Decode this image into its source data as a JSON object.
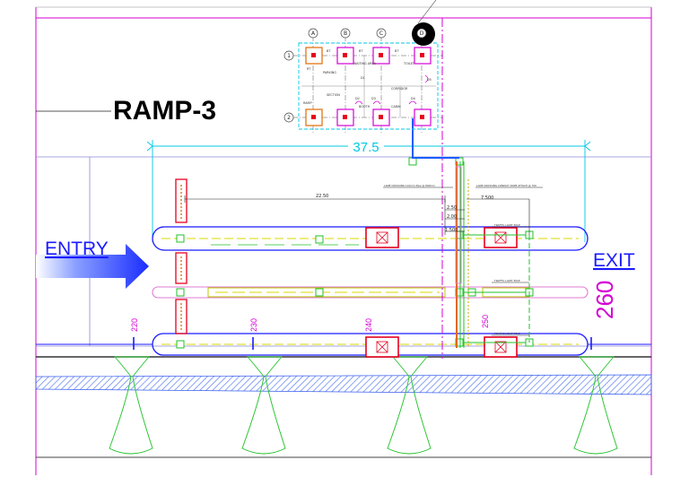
{
  "drawing": {
    "title": "RAMP-3",
    "entry_label": "ENTRY",
    "exit_label": "EXIT",
    "width_dimension": "37.5",
    "chainage_marks": [
      "220",
      "230",
      "240",
      "250",
      "260"
    ],
    "dimensions": {
      "d_22_50": "22.50",
      "d_7_500": "7.500",
      "d_2_50": "2.50",
      "d_2_00": "2.00",
      "d_1_500": "1.500"
    },
    "notes": {
      "lane_crossing_left": "LANE CROSSING 110mm Pipe @ 800mm",
      "lane_crossing_right": "LANE CROSSING CONDUIT ROPE ATTACH @ 700",
      "tl_pole_1": "TRAFFIC LIGHT POLE",
      "tl_pole_2": "TRAFFIC LIGHT POLE",
      "tl_pole_3": "TRAFFIC LIGHT POLE"
    },
    "grid": {
      "columns": [
        "A",
        "B",
        "C",
        "D"
      ],
      "rows": [
        "1",
        "2"
      ]
    },
    "plan_labels": {
      "bt1": "BT",
      "bt2": "BT",
      "bt3": "BT",
      "rt": "RT",
      "parking": "PARKING",
      "waiting": "WAITING AREA",
      "toilet": "TOILET",
      "corridor": "CORRIDOR",
      "d1": "D1",
      "d2": "D2",
      "d3": "D3",
      "d4": "D4",
      "d5": "D5",
      "section": "SECTION",
      "ramp": "RAMP",
      "booth": "BOOTH",
      "cabin": "CABIN"
    }
  },
  "colors": {
    "magenta": "#d400d4",
    "cyan": "#00c8e6",
    "blue": "#1a1aff",
    "red": "#e6001e",
    "green": "#22c22a",
    "yellow": "#d8d800",
    "orange": "#e06a00"
  }
}
